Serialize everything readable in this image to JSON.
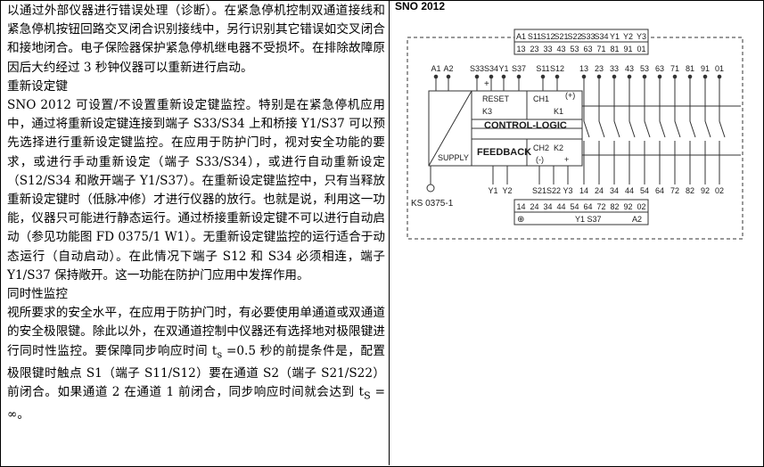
{
  "left": {
    "para1": "以通过外部仪器进行错误处理（诊断）。在紧急停机控制双通道接线和紧急停机按钮回路交叉闭合识别接线中，另行识别其它错误如交叉闭合和接地闭合。电子保险器保护紧急停机继电器不受损坏。在排除故障原因后大约经过 3 秒钟仪器可以重新进行启动。",
    "heading_reset": "重新设定键",
    "para2": "SNO 2012 可设置/不设置重新设定键监控。特别是在紧急停机应用中，通过将重新设定键连接到端子 S33/S34 上和桥接 Y1/S37 可以预先选择进行重新设定键监控。在应用于防护门时，视对安全功能的要求，或进行手动重新设定（端子 S33/S34），或进行自动重新设定（S12/S34 和敞开端子 Y1/S37）。在重新设定键监控中，只有当释放重新设定键时（低脉冲修）才进行仪器的放行。也就是说，利用这一功能，仪器只可能进行静态运行。通过桥接重新设定键不可以进行自动启动（参见功能图 FD 0375/1 W1）。无重新设定键监控的运行适合于动态运行（自动启动）。在此情况下端子 S12 和 S34 必须相连，端子 Y1/S37 保持敞开。这一功能在防护门应用中发挥作用。",
    "heading_sync": "同时性监控",
    "para3_a": "视所要求的安全水平，在应用于防护门时，有必要使用单通道或双通道的安全极限键。除此以外，在双通道控制中仪器还有选择地对极限键进行同时性监控。要保障同步响应时间 t",
    "para3_sub1": "s",
    "para3_b": " =0.5 秒的前提条件是，配置极限键时触点 S1（端子 S11/S12）要在通道 S2（端子 S21/S22）前闭合。如果通道 2 在通道 1 前闭合，同步响应时间就会达到 t",
    "para3_sub2": "S",
    "para3_c": " = ∞。"
  },
  "diagram": {
    "model": "SNO 2012",
    "top_row1": [
      "A1",
      "S11",
      "S12",
      "S21",
      "S22",
      "S33",
      "S34",
      "Y1",
      "Y2",
      "Y3"
    ],
    "top_row2": [
      "13",
      "23",
      "33",
      "43",
      "53",
      "63",
      "71",
      "81",
      "91",
      "01"
    ],
    "upper_terminals": [
      "A1",
      "A2",
      "S33",
      "S34",
      "Y1",
      "S37",
      "S11",
      "S12",
      "13",
      "23",
      "33",
      "43",
      "53",
      "63",
      "71",
      "81",
      "91",
      "01"
    ],
    "lower_terminals": [
      "Y1",
      "Y2",
      "S21",
      "S22",
      "Y3",
      "14",
      "24",
      "34",
      "44",
      "54",
      "64",
      "72",
      "82",
      "92",
      "02"
    ],
    "bottom_row1": [
      "14",
      "24",
      "34",
      "44",
      "54",
      "64",
      "72",
      "82",
      "92",
      "02"
    ],
    "bottom_row2_left": "⊕",
    "bottom_row2_y1s37": "Y1 S37",
    "bottom_row2_a2": "A2",
    "reset_label": "RESET",
    "k3_label": "K3",
    "ch1_label": "CH1",
    "k1_label": "K1",
    "ch2_label": "CH2",
    "k2_label": "K2",
    "control_logic": "CONTROL-LOGIC",
    "feedback": "FEEDBACK",
    "supply": "SUPPLY",
    "plus": "+",
    "plus_paren": "(+)",
    "minus_paren": "(-)",
    "code": "KS 0375-1"
  }
}
